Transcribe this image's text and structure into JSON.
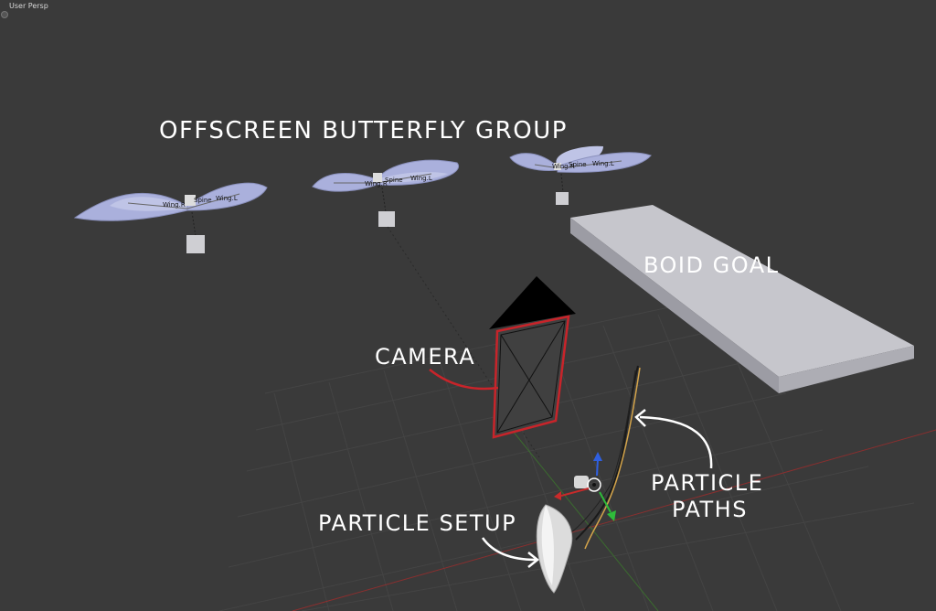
{
  "viewport": {
    "view_label": "User Persp"
  },
  "annotations": {
    "offscreen_group": "Offscreen butterfly group",
    "boid_goal": "Boid goal",
    "camera": "Camera",
    "particle_paths_line1": "Particle",
    "particle_paths_line2": "paths",
    "particle_setup": "Particle setup"
  },
  "bones": {
    "wing_l": "Wing.L",
    "wing_r": "Wing.R",
    "spine": "Spine"
  },
  "colors": {
    "background": "#3a3a3a",
    "wing": "#aab0dc",
    "camera_outline": "#c8242a",
    "goal_top": "#c6c6cc"
  }
}
